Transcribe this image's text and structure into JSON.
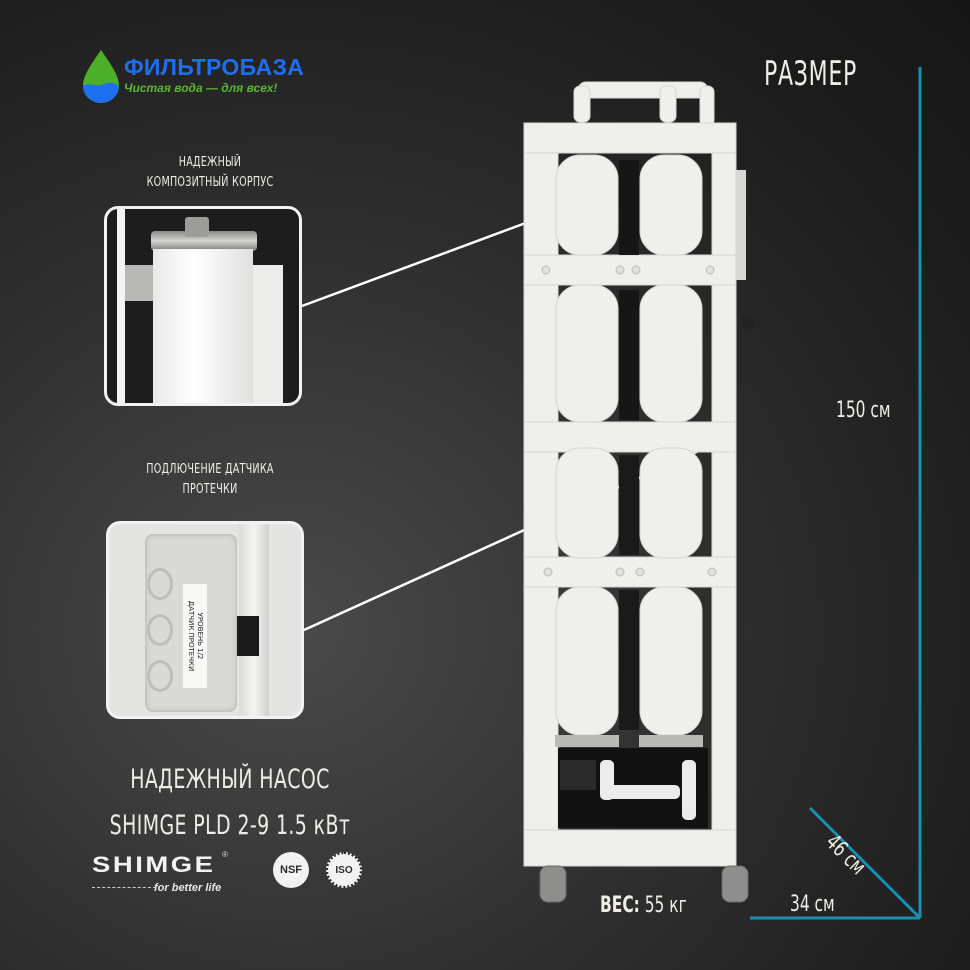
{
  "brand": {
    "name": "ФИЛЬТРОБАЗА",
    "tagline": "Чистая вода — для всех!",
    "colors": {
      "name": "#1e6ef0",
      "tagline": "#58b82c",
      "drop_top": "#4caf2a",
      "drop_bottom": "#1e6ef0"
    }
  },
  "callouts": [
    {
      "label_line1": "НАДЕЖНЫЙ",
      "label_line2": "КОМПОЗИТНЫЙ КОРПУС",
      "photo": "composite-housing-closeup"
    },
    {
      "label_line1": "ПОДЛЮЧЕНИЕ ДАТЧИКА",
      "label_line2": "ПРОТЕЧКИ",
      "photo": "leak-sensor-closeup",
      "sticker_line1": "УРОВЕНЬ 1/2",
      "sticker_line2": "ДАТЧИК ПРОТЕЧКИ"
    }
  ],
  "pump": {
    "title": "НАДЕЖНЫЙ НАСОС",
    "model": "SHIMGE PLD 2-9 1.5 кВт",
    "logo_word": "SHIMGE",
    "logo_reg": "®",
    "logo_slogan": "for better life",
    "certifications": [
      "NSF",
      "ISO"
    ]
  },
  "size": {
    "title": "РАЗМЕР",
    "height": "150 см",
    "width": "34 см",
    "depth": "46 см",
    "line_color": "#1a8fb0"
  },
  "weight": {
    "label": "ВЕС:",
    "value": "55 кг"
  }
}
